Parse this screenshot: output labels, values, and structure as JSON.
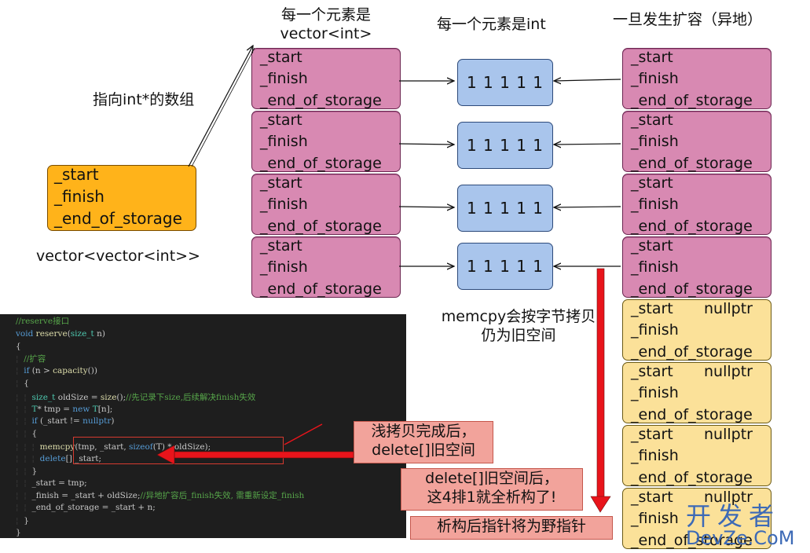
{
  "titles": {
    "middle_col_line1": "每一个元素是",
    "middle_col_line2": "vector<int>",
    "int_col": "每一个元素是int",
    "right_col": "一旦发生扩容（异地）",
    "pointer_label": "指向int*的数组",
    "outer_vector": "vector<vector<int>>",
    "memcpy_line1": "memcpy会按字节拷贝",
    "memcpy_line2": "仍为旧空间"
  },
  "fields": {
    "start": "_start",
    "finish": "_finish",
    "end": "_end_of_storage",
    "nullptr": "nullptr"
  },
  "int_row": "1 1 1 1 1",
  "code_lines": [
    [
      {
        "c": "cm",
        "t": "//reserve接口"
      }
    ],
    [
      {
        "c": "kw",
        "t": "void "
      },
      {
        "c": "fn",
        "t": "reserve"
      },
      {
        "c": "tx",
        "t": "("
      },
      {
        "c": "ty",
        "t": "size_t"
      },
      {
        "c": "tx",
        "t": " n)"
      }
    ],
    [
      {
        "c": "tx",
        "t": "{"
      }
    ],
    [
      {
        "c": "gd",
        "t": "¦  "
      },
      {
        "c": "cm",
        "t": "//扩容"
      }
    ],
    [
      {
        "c": "gd",
        "t": "¦  "
      },
      {
        "c": "kw",
        "t": "if"
      },
      {
        "c": "tx",
        "t": " (n > "
      },
      {
        "c": "fn",
        "t": "capacity"
      },
      {
        "c": "tx",
        "t": "())"
      }
    ],
    [
      {
        "c": "gd",
        "t": "¦  "
      },
      {
        "c": "tx",
        "t": "{"
      }
    ],
    [
      {
        "c": "gd",
        "t": "¦  ¦  "
      },
      {
        "c": "ty",
        "t": "size_t"
      },
      {
        "c": "tx",
        "t": " oldSize = "
      },
      {
        "c": "fn",
        "t": "size"
      },
      {
        "c": "tx",
        "t": "();"
      },
      {
        "c": "cm",
        "t": "//先记录下size,后续解决finish失效"
      }
    ],
    [
      {
        "c": "gd",
        "t": "¦  ¦  "
      },
      {
        "c": "ty",
        "t": "T"
      },
      {
        "c": "tx",
        "t": "* tmp = "
      },
      {
        "c": "kw",
        "t": "new "
      },
      {
        "c": "ty",
        "t": "T"
      },
      {
        "c": "tx",
        "t": "[n];"
      }
    ],
    [
      {
        "c": "gd",
        "t": "¦  ¦  "
      },
      {
        "c": "kw",
        "t": "if"
      },
      {
        "c": "tx",
        "t": " (_start != "
      },
      {
        "c": "kw",
        "t": "nullptr"
      },
      {
        "c": "tx",
        "t": ")"
      }
    ],
    [
      {
        "c": "gd",
        "t": "¦  ¦  "
      },
      {
        "c": "tx",
        "t": "{"
      }
    ],
    [
      {
        "c": "gd",
        "t": "¦  ¦  ¦  "
      },
      {
        "c": "fn",
        "t": "memcpy"
      },
      {
        "c": "tx",
        "t": "(tmp, _start, "
      },
      {
        "c": "kw",
        "t": "sizeof"
      },
      {
        "c": "tx",
        "t": "(T) * oldSize);"
      }
    ],
    [
      {
        "c": "gd",
        "t": "¦  ¦  ¦  "
      },
      {
        "c": "kw",
        "t": "delete"
      },
      {
        "c": "tx",
        "t": "[] _start;"
      }
    ],
    [
      {
        "c": "gd",
        "t": "¦  ¦  "
      },
      {
        "c": "tx",
        "t": "}"
      }
    ],
    [
      {
        "c": "gd",
        "t": "¦  ¦  "
      },
      {
        "c": "tx",
        "t": "_start = tmp;"
      }
    ],
    [
      {
        "c": "gd",
        "t": "¦  ¦  "
      },
      {
        "c": "tx",
        "t": "_finish = _start + oldSize;"
      },
      {
        "c": "cm",
        "t": "//异地扩容后_finish失效, 需重新设定_finish"
      }
    ],
    [
      {
        "c": "gd",
        "t": "¦  ¦  "
      },
      {
        "c": "tx",
        "t": "_end_of_storage = _start + n;"
      }
    ],
    [
      {
        "c": "gd",
        "t": "¦  "
      },
      {
        "c": "tx",
        "t": "}"
      }
    ],
    [
      {
        "c": "tx",
        "t": "}"
      }
    ]
  ],
  "callouts": {
    "shallow_line1": "浅拷贝完成后，",
    "shallow_line2": "delete[]旧空间",
    "after_delete_line1": "delete[]旧空间后，",
    "after_delete_line2": "这4排1就全析构了!",
    "wild_pointer": "析构后指针将为野指针"
  },
  "logo": {
    "zh": "开发者",
    "en": "DevZe.CoM"
  },
  "colors": {
    "pink_box": "#d889b2",
    "blue_box": "#a9c5ec",
    "orange_box": "#ffb31a",
    "yellow_box": "#fbe199",
    "red_arrow": "#e8141b",
    "logo": "#3d6ab6"
  }
}
